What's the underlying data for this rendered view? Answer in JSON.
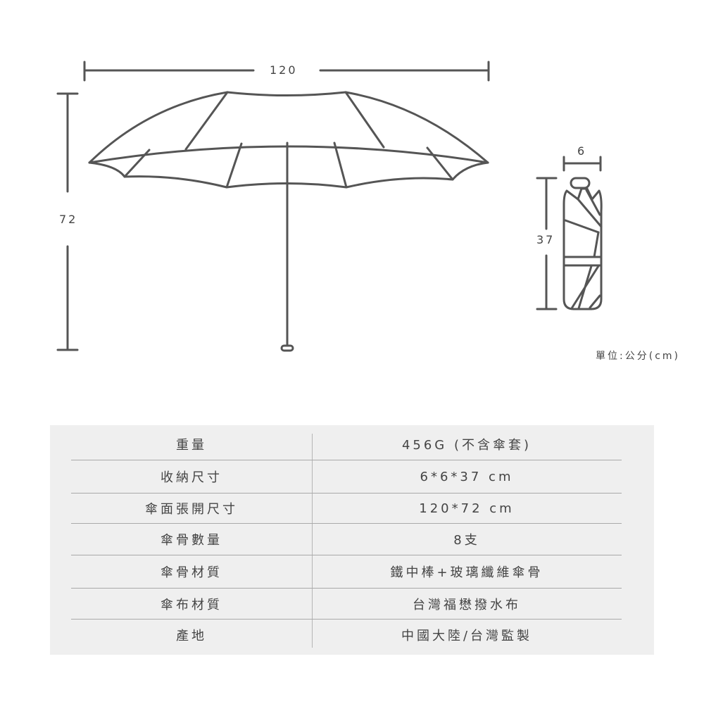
{
  "dimensions": {
    "open_width": "120",
    "open_height": "72",
    "folded_width": "6",
    "folded_height": "37",
    "unit_note": "單位:公分(cm)"
  },
  "colors": {
    "stroke": "#555555",
    "table_bg": "#efefef",
    "divider": "#a9a9a9"
  },
  "specs": [
    {
      "label": "重量",
      "value": "456G (不含傘套)"
    },
    {
      "label": "收納尺寸",
      "value": "6*6*37 cm"
    },
    {
      "label": "傘面張開尺寸",
      "value": "120*72 cm"
    },
    {
      "label": "傘骨數量",
      "value": "8支"
    },
    {
      "label": "傘骨材質",
      "value": "鐵中棒+玻璃纖維傘骨"
    },
    {
      "label": "傘布材質",
      "value": "台灣福懋撥水布"
    },
    {
      "label": "產地",
      "value": "中國大陸/台灣監製"
    }
  ]
}
